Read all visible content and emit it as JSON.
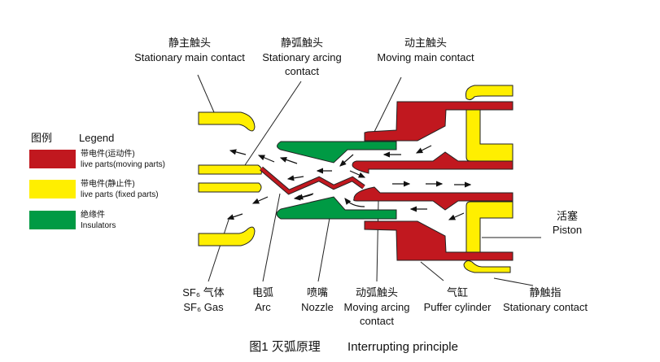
{
  "legend": {
    "title_cn": "图例",
    "title_en": "Legend",
    "items": [
      {
        "cn": "带电件(运动件)",
        "en": "live parts(moving parts)",
        "color": "#c1181f"
      },
      {
        "cn": "带电件(静止件)",
        "en": "live parts (fixed parts)",
        "color": "#ffef00"
      },
      {
        "cn": "绝缘件",
        "en": "Insulators",
        "color": "#009a44"
      }
    ]
  },
  "labels": {
    "stationary_main": {
      "cn": "静主触头",
      "en": "Stationary main contact"
    },
    "stationary_arcing": {
      "cn": "静弧触头",
      "en1": "Stationary arcing",
      "en2": "contact"
    },
    "moving_main": {
      "cn": "动主触头",
      "en": "Moving main contact"
    },
    "piston": {
      "cn": "活塞",
      "en": "Piston"
    },
    "sf6_gas": {
      "cn": "SF₆ 气体",
      "en": "SF₆ Gas"
    },
    "arc": {
      "cn": "电弧",
      "en": "Arc"
    },
    "nozzle": {
      "cn": "喷嘴",
      "en": "Nozzle"
    },
    "moving_arcing": {
      "cn": "动弧触头",
      "en1": "Moving arcing",
      "en2": "contact"
    },
    "puffer_cylinder": {
      "cn": "气缸",
      "en": "Puffer cylinder"
    },
    "stationary_contact": {
      "cn": "静触指",
      "en": "Stationary contact"
    }
  },
  "caption": {
    "cn": "图1  灭弧原理",
    "en": "Interrupting principle"
  }
}
